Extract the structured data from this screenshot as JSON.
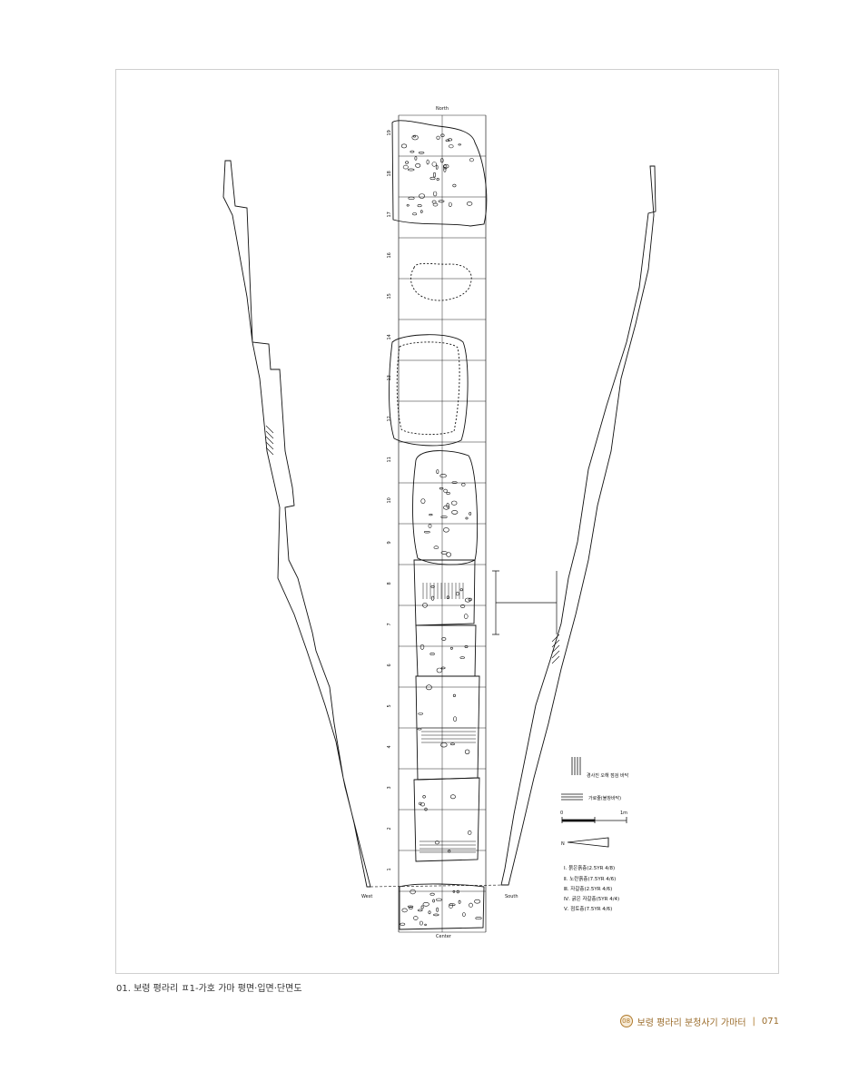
{
  "figure": {
    "north_label": "N",
    "scale": {
      "start": "0",
      "end": "1m"
    },
    "legend_hatch": [
      {
        "label": "경사진 오해 점검 바닥",
        "pattern": "vertical"
      },
      {
        "label": "가로줄(불창바닥)",
        "pattern": "horizontal"
      }
    ],
    "layers": [
      "Ⅰ. 붉은흙층(2.5YR 4/8)",
      "Ⅱ. 노란흙층(7.5YR 4/6)",
      "Ⅲ. 자갈층(2.5YR 4/6)",
      "Ⅳ. 굵은 자갈층(5YR 4/4)",
      "Ⅴ. 점토층(7.5YR 4/6)"
    ],
    "grid_numbers": [
      "1",
      "2",
      "3",
      "4",
      "5",
      "6",
      "7",
      "8",
      "9",
      "10",
      "11",
      "12",
      "13",
      "14",
      "15",
      "16",
      "17",
      "18",
      "19"
    ],
    "top_label": "North",
    "bottom_labels": {
      "left": "West",
      "center": "Center",
      "right": "South"
    }
  },
  "caption": "01. 보령 평라리 ㅍ1-가호 가마 평면·입면·단면도",
  "footer": {
    "chapter_badge": "08",
    "title": "보령 평라리 분청사기 가마터",
    "separator": "|",
    "page_number": "071"
  }
}
